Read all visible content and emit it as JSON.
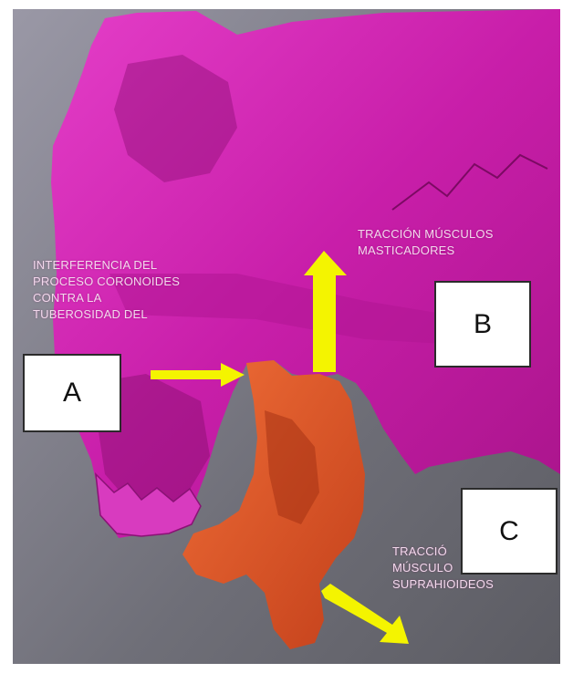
{
  "annotations": {
    "left_label": [
      "INTERFERENCIA DEL",
      "PROCESO CORONOIDES",
      "CONTRA LA",
      "TUBEROSIDAD DEL"
    ],
    "top_label": [
      "TRACCIÓN MÚSCULOS",
      "MASTICADORES"
    ],
    "bottom_label": [
      "TRACCIÓ",
      "MÚSCULO",
      "SUPRAHIOIDEOS"
    ]
  },
  "markers": {
    "a": "A",
    "b": "B",
    "c": "C"
  },
  "colors": {
    "skull": "#d21fb4",
    "mandible": "#e2562a",
    "background": "#7d7d86",
    "arrow": "#f4f400"
  }
}
